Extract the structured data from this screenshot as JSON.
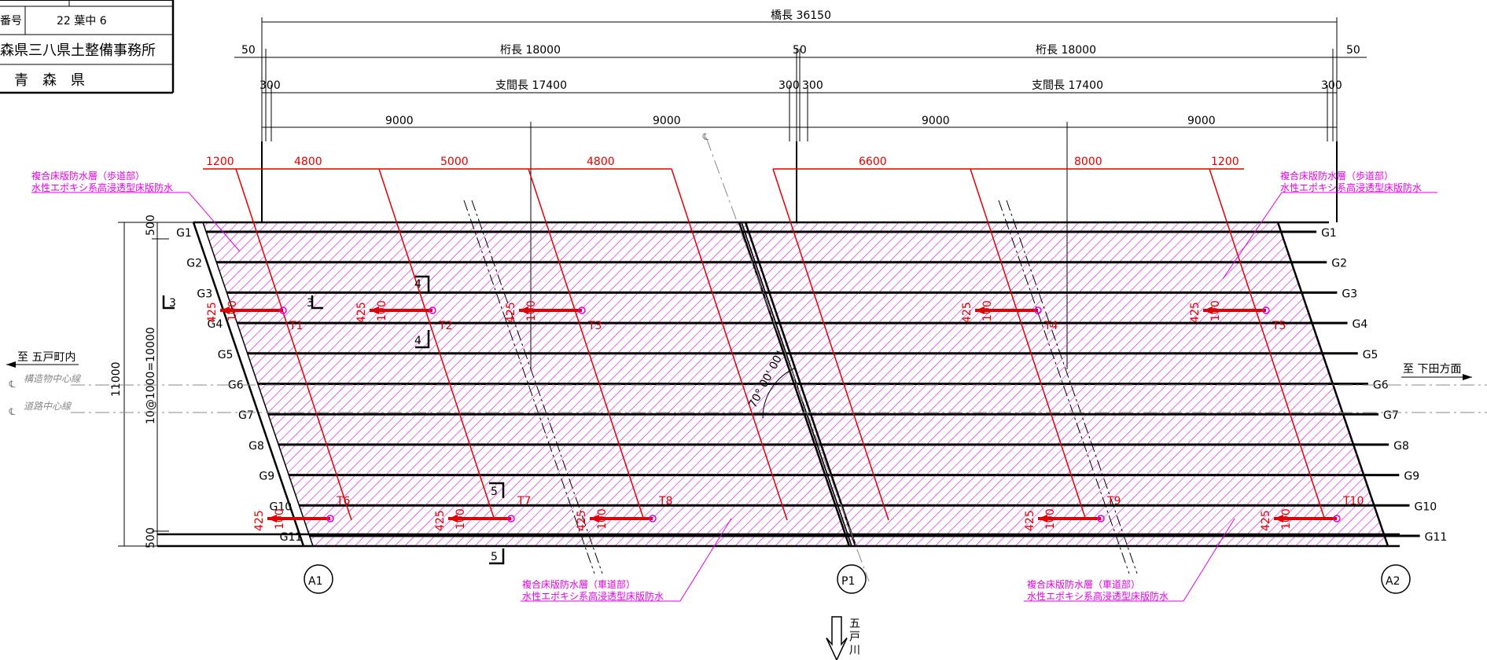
{
  "title_block": {
    "sheet_label": "番号",
    "sheet_no": "22 葉中 6",
    "office": "森県三八県土整備事務所",
    "prefecture": "青　森　県"
  },
  "dims": {
    "bridge_length": "橋長 36150",
    "girder_left": "桁長 18000",
    "girder_right": "桁長 18000",
    "gap_50_left": "50",
    "gap_50_mid": "50",
    "gap_50_right": "50",
    "span_left": "支間長 17400",
    "span_right": "支間長 17400",
    "d300_a": "300",
    "d300_b": "300",
    "d300_c": "300",
    "d300_d": "300",
    "half1": "9000",
    "half2": "9000",
    "half3": "9000",
    "half4": "9000",
    "width_total": "11000",
    "width_inner": "10@1000=10000",
    "edge_top": "500",
    "edge_bottom": "500",
    "skew_angle": "70° 00' 00\""
  },
  "red_dims": [
    "1200",
    "4800",
    "5000",
    "4800",
    "6600",
    "8000",
    "1200"
  ],
  "girders": [
    "G1",
    "G2",
    "G3",
    "G4",
    "G5",
    "G6",
    "G7",
    "G8",
    "G9",
    "G10",
    "G11"
  ],
  "drains": {
    "labels": [
      "T1",
      "T2",
      "T3",
      "T4",
      "T5",
      "T6",
      "T7",
      "T8",
      "T9",
      "T10"
    ],
    "small_dims": [
      "425",
      "100"
    ]
  },
  "waterproofing": {
    "sidewalk_line1": "複合床版防水層（歩道部）",
    "sidewalk_line2": "水性エポキシ系高浸透型床版防水",
    "roadway_line1": "複合床版防水層（車道部）",
    "roadway_line2": "水性エポキシ系高浸透型床版防水"
  },
  "directions": {
    "left": "至 五戸町内",
    "right": "至 下田方面",
    "structure_cl": "構造物中心線",
    "road_cl": "道路中心線",
    "river": [
      "五",
      "戸",
      "川"
    ]
  },
  "supports": [
    "A1",
    "P1",
    "A2"
  ],
  "sections": [
    "3",
    "3",
    "4",
    "4",
    "5",
    "5"
  ],
  "colors": {
    "dimension_red": "#e00000",
    "waterproof_magenta": "#e000e0",
    "line_black": "#000000",
    "centerline_gray": "#888888"
  }
}
